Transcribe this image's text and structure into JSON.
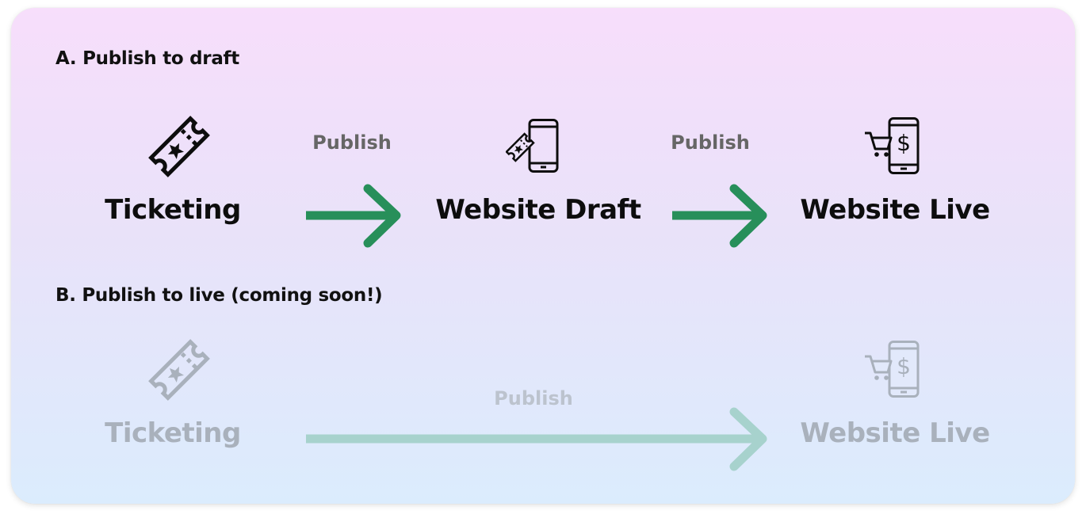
{
  "sections": [
    {
      "title": "A. Publish to draft",
      "nodes": [
        {
          "label": "Ticketing",
          "icon": "ticket-icon"
        },
        {
          "label": "Website Draft",
          "icon": "phone-ticket-icon"
        },
        {
          "label": "Website Live",
          "icon": "phone-cart-dollar-icon"
        }
      ],
      "edges": [
        {
          "label": "Publish",
          "from": "Ticketing",
          "to": "Website Draft"
        },
        {
          "label": "Publish",
          "from": "Website Draft",
          "to": "Website Live"
        }
      ]
    },
    {
      "title": "B. Publish to live (coming soon!)",
      "status": "coming soon",
      "nodes": [
        {
          "label": "Ticketing",
          "icon": "ticket-icon"
        },
        {
          "label": "Website Live",
          "icon": "phone-cart-dollar-icon"
        }
      ],
      "edges": [
        {
          "label": "Publish",
          "from": "Ticketing",
          "to": "Website Live"
        }
      ]
    }
  ],
  "colors": {
    "arrow_active": "#278f5a",
    "arrow_faded": "#a7d2cd",
    "text_active": "#0d0d0d",
    "text_faded": "#a9b1bc"
  }
}
